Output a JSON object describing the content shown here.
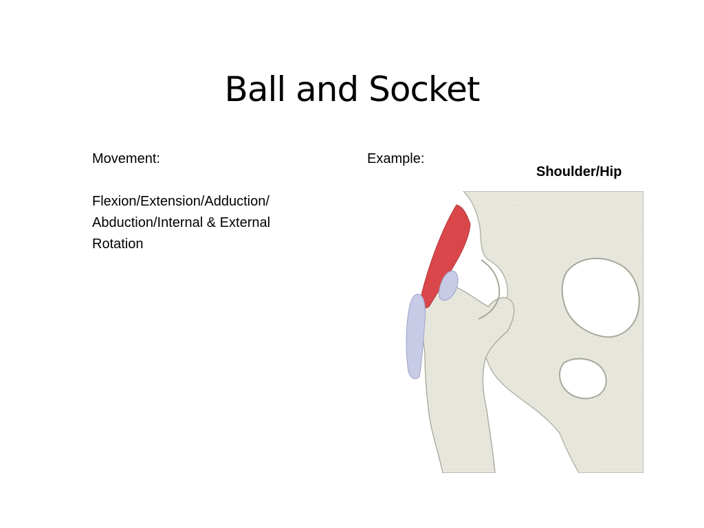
{
  "slide": {
    "title": "Ball and Socket",
    "movement": {
      "heading": "Movement:",
      "text": "Flexion/Extension/Adduction/\nAbduction/Internal & External\nRotation"
    },
    "example": {
      "heading": "Example:",
      "name": "Shoulder/Hip"
    }
  },
  "illustration": {
    "subject": "hip-joint-drawing",
    "colors": {
      "bone": "#e8e7de",
      "bone_outline": "#a7a89a",
      "muscle": "#d9474b",
      "cartilage": "#c8cbe6",
      "background": "#ffffff"
    }
  }
}
